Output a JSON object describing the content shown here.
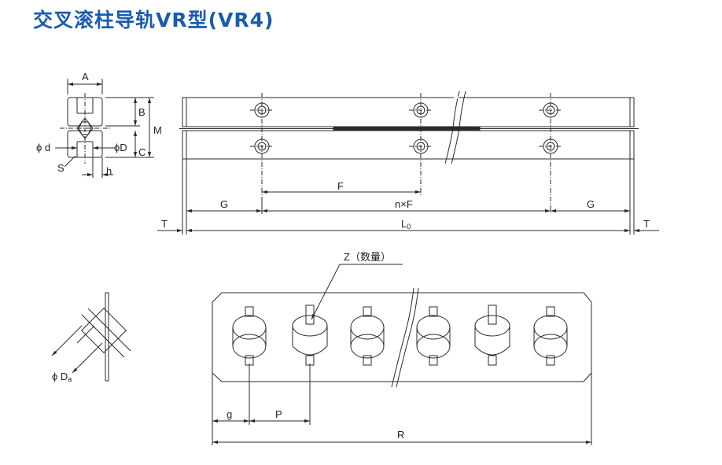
{
  "title": "交叉滚柱导轨VR型(VR4)",
  "labels": {
    "A": "A",
    "B": "B",
    "C": "C",
    "M": "M",
    "d": "ϕ d",
    "D": "ϕD",
    "S": "S",
    "h": "h",
    "F": "F",
    "G_left": "G",
    "nF": "n×F",
    "G_right": "G",
    "T_left": "T",
    "L0": "L",
    "L0_sub": "0",
    "T_right": "T",
    "Z": "Z（数量）",
    "Da": "ϕ D",
    "Da_sub": "a",
    "g": "g",
    "P": "P",
    "R": "R"
  },
  "colors": {
    "title": "#1a5cb0",
    "line": "#2a2a2a",
    "fill": "#ffffff"
  }
}
